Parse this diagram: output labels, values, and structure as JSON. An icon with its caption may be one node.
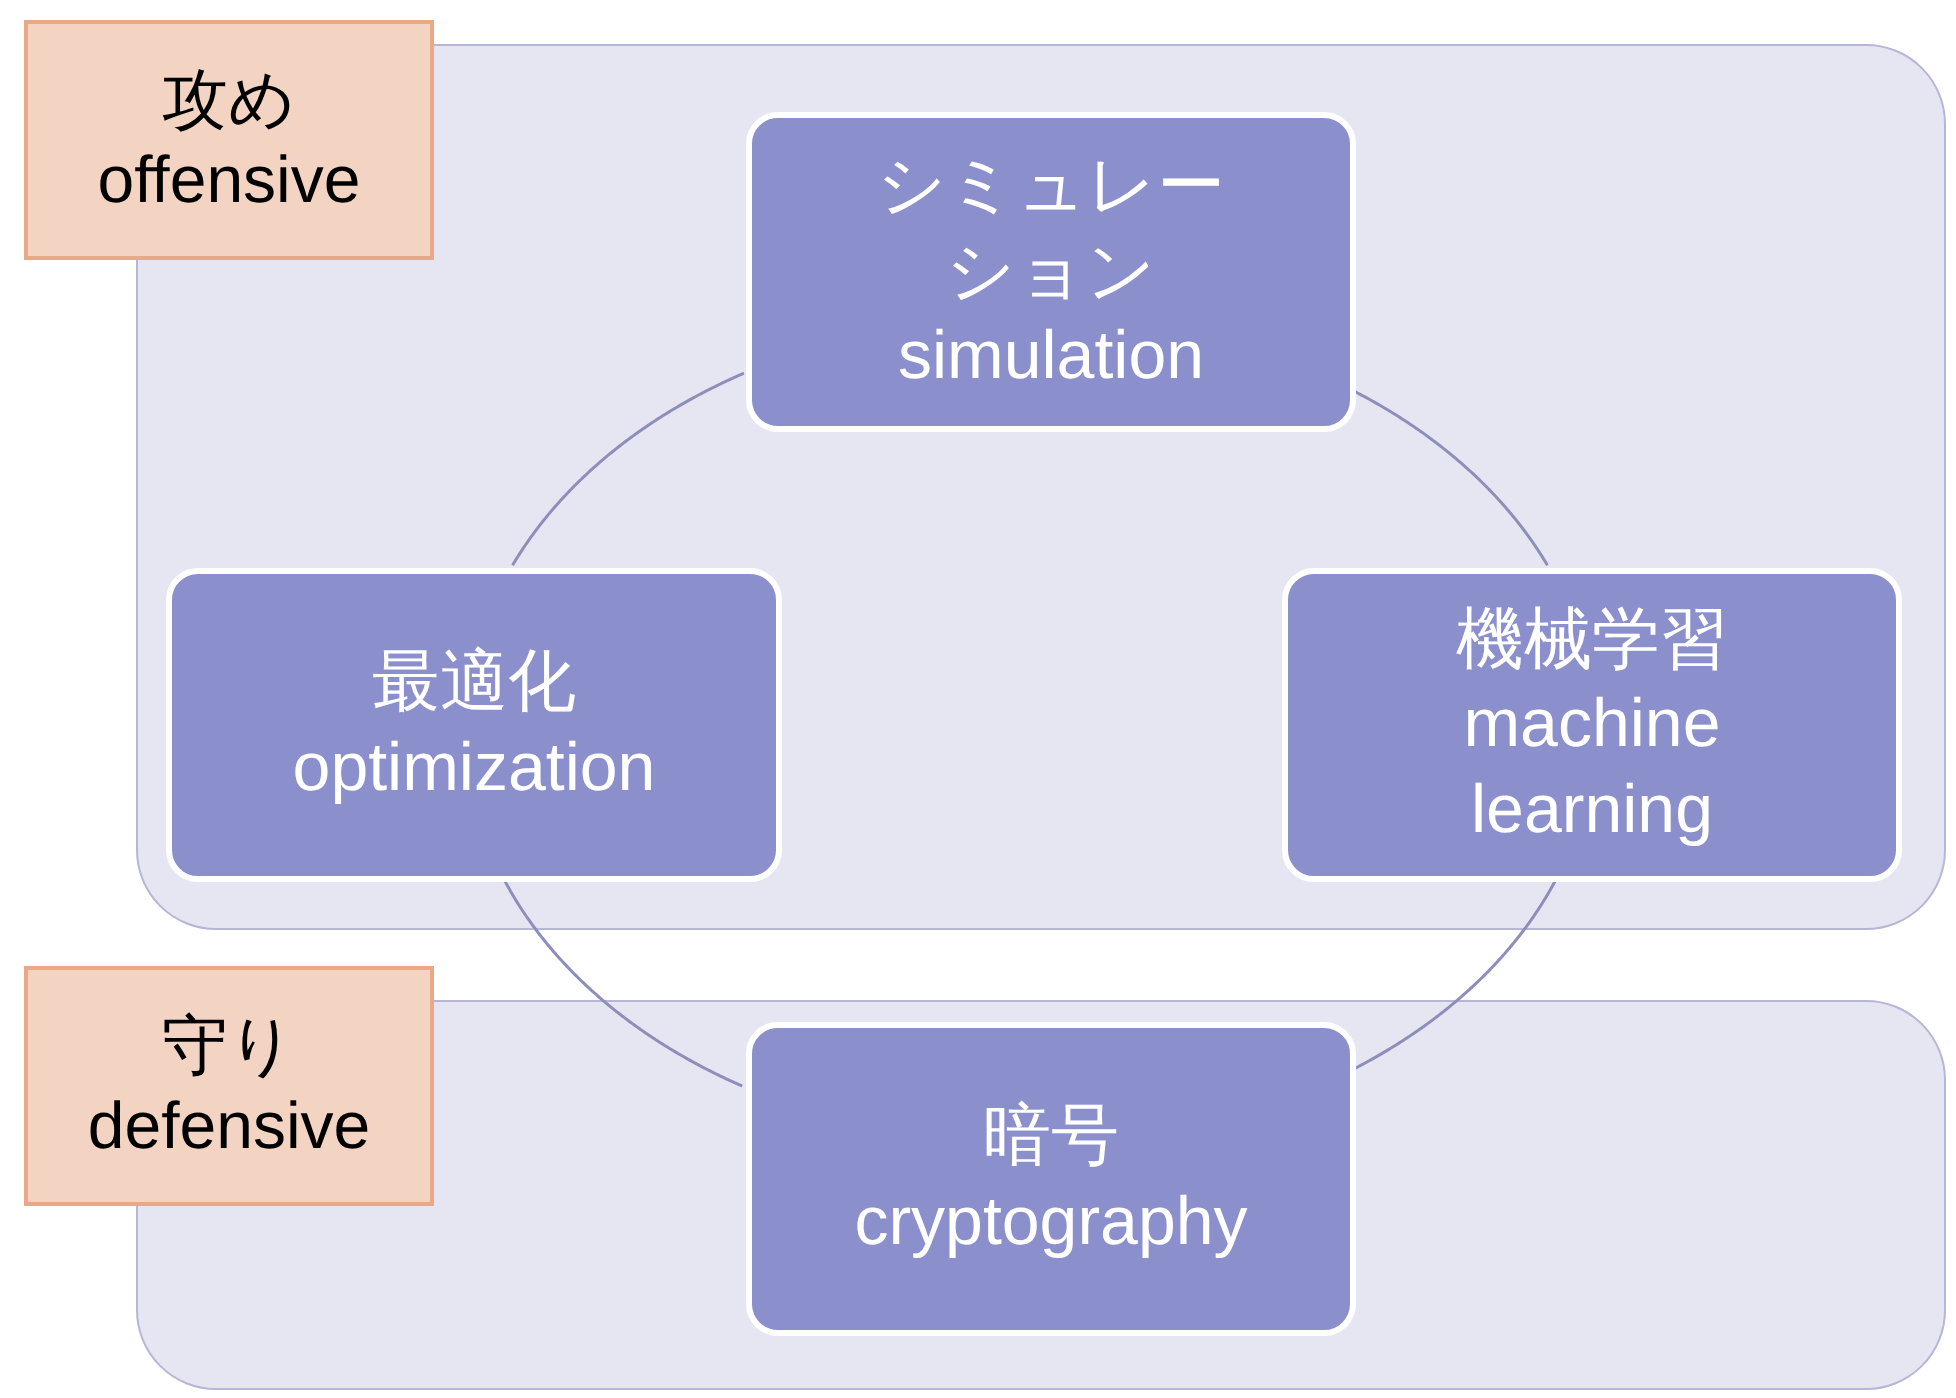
{
  "diagram": {
    "nodes": [
      {
        "text": [],
        "shape": "box"
      },
      {
        "text": [
          "攻め",
          "offensive"
        ]
      },
      {
        "text": [
          "シミュレーション",
          "simulation"
        ],
        "in": 0
      },
      {
        "text": [
          "最適化",
          "optimization"
        ],
        "in": 0
      },
      {
        "text": [
          "機械学習",
          "machine learning"
        ],
        "in": 0
      },
      {
        "text": [],
        "shape": "box"
      },
      {
        "text": [
          "守り",
          "defensive"
        ]
      },
      {
        "text": [
          "暗号",
          "cryptography"
        ],
        "in": 5
      }
    ],
    "edges": [
      {
        "from": 2,
        "to": 4,
        "arrow": "none"
      },
      {
        "from": 4,
        "to": 7,
        "arrow": "none"
      },
      {
        "from": 7,
        "to": 3,
        "arrow": "none"
      },
      {
        "from": 3,
        "to": 2,
        "arrow": "none"
      }
    ]
  }
}
